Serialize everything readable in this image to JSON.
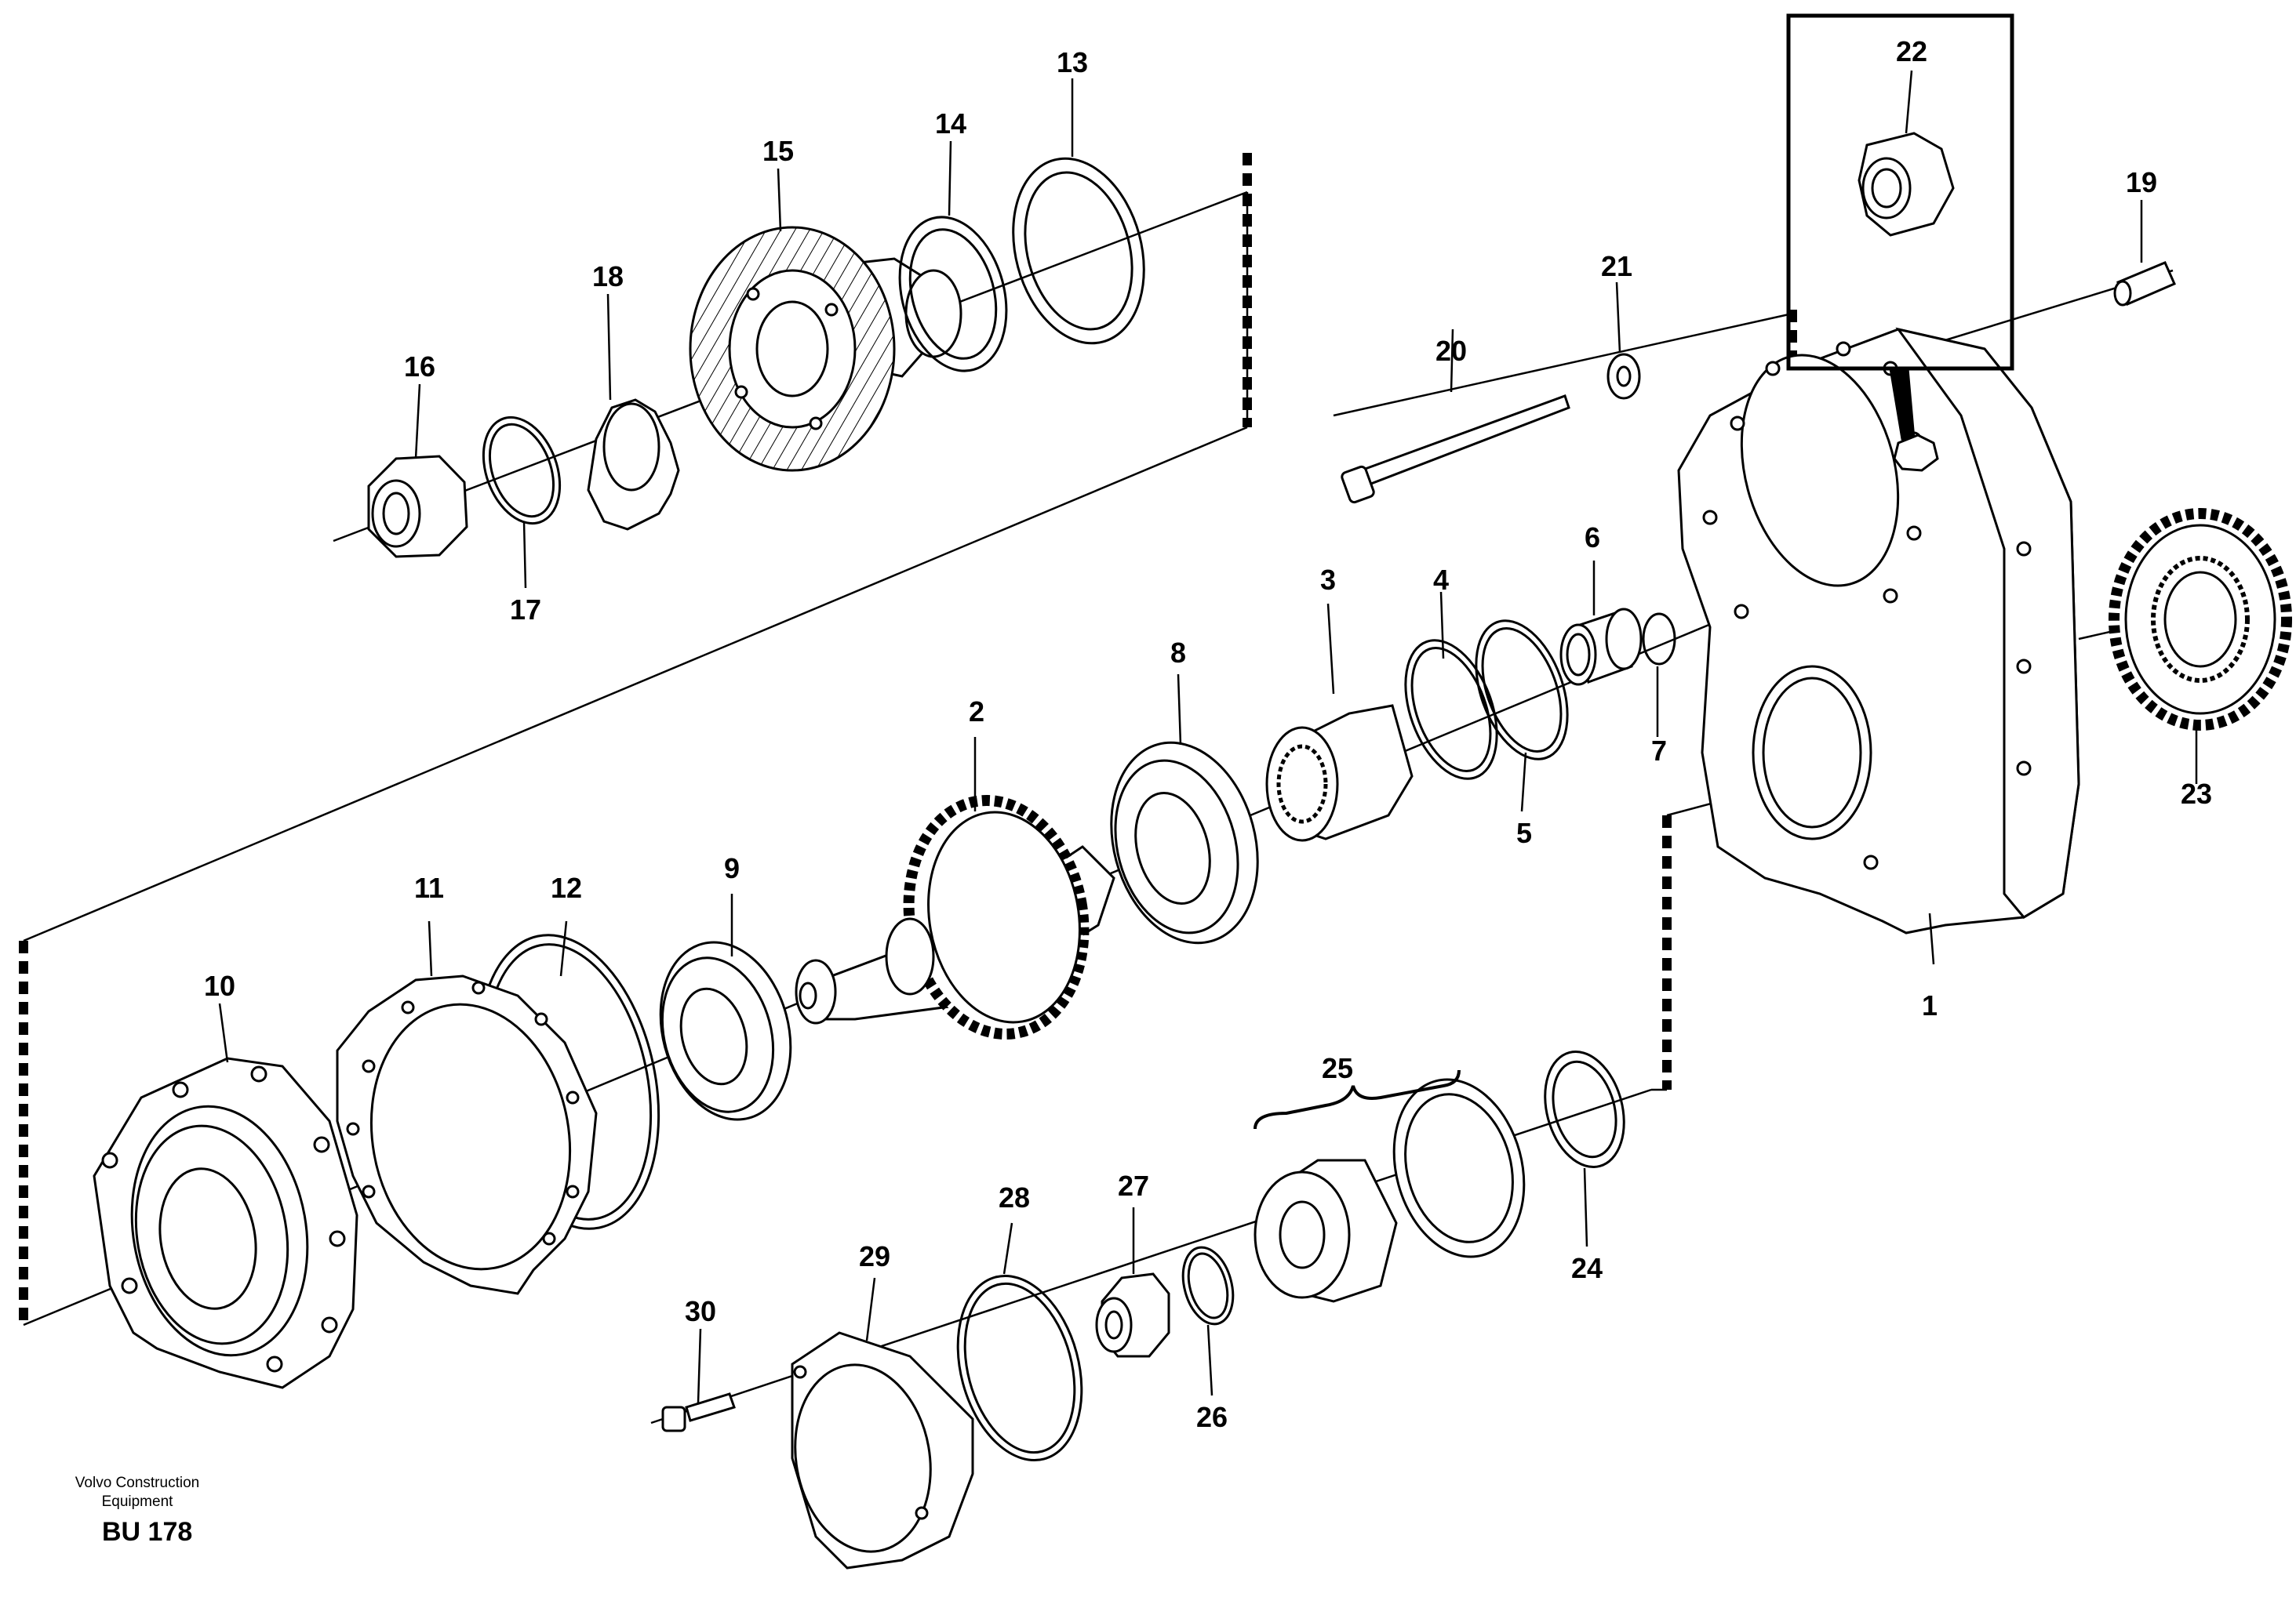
{
  "callouts": [
    "1",
    "2",
    "3",
    "4",
    "5",
    "6",
    "7",
    "8",
    "9",
    "10",
    "11",
    "12",
    "13",
    "14",
    "15",
    "16",
    "17",
    "18",
    "19",
    "20",
    "21",
    "22",
    "23",
    "24",
    "25",
    "26",
    "27",
    "28",
    "29",
    "30"
  ],
  "footer": {
    "company_line1": "Volvo Construction",
    "company_line2": "Equipment",
    "code": "BU 178"
  },
  "colors": {
    "ink": "#000000",
    "paper": "#ffffff"
  }
}
